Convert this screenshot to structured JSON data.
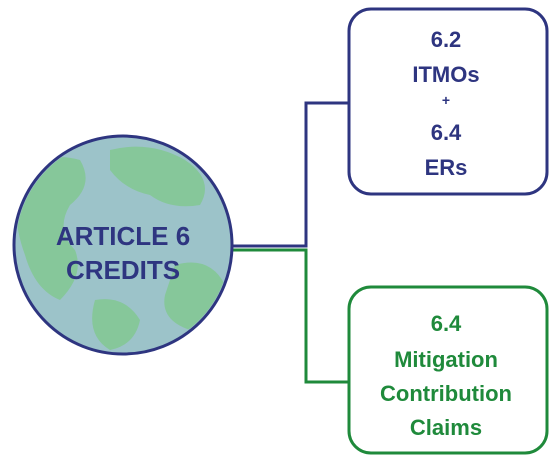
{
  "center": {
    "lines": [
      "ARTICLE 6",
      "CREDITS"
    ]
  },
  "top_box": {
    "lines": [
      "6.2",
      "ITMOs",
      "+",
      "6.4",
      "ERs"
    ]
  },
  "bottom_box": {
    "lines": [
      "6.4",
      "Mitigation",
      "Contribution",
      "Claims"
    ]
  },
  "colors": {
    "navy": "#2e3580",
    "green": "#1f8a3b",
    "globe_ocean": "#9cc3c9",
    "globe_land": "#86c79a"
  }
}
